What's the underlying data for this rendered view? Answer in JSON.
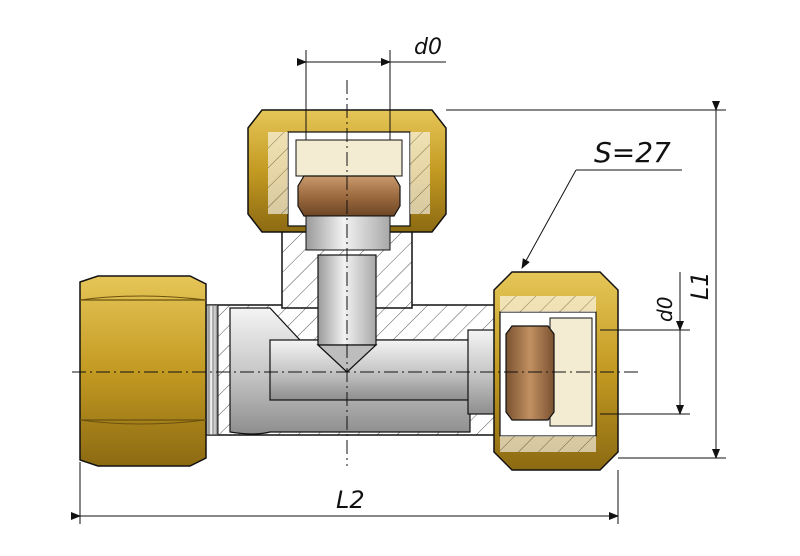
{
  "labels": {
    "d0_top": "d0",
    "d0_right": "d0",
    "l1": "L1",
    "l2": "L2",
    "s": "S=27"
  },
  "colors": {
    "brass": "#c9a227",
    "brass_dark": "#8a6a10",
    "steel": "#d8d8d8",
    "steel_dark": "#9a9a9a",
    "hatch": "#555555",
    "bronze_ring": "#a8784a",
    "cream": "#f3ecd2",
    "line": "#111111"
  }
}
